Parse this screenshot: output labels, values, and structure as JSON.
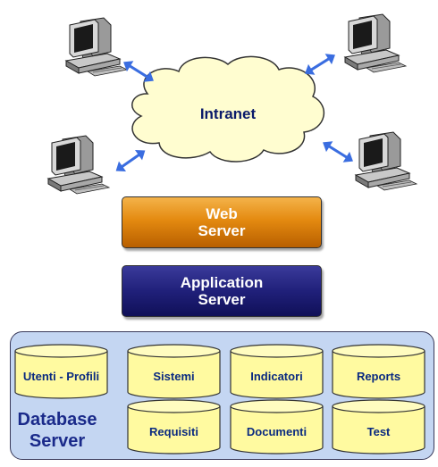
{
  "network": {
    "label": "Intranet"
  },
  "icons": {
    "workstation": "desktop-computer-icon",
    "link": "double-headed-arrow-icon"
  },
  "web_server": {
    "line1": "Web",
    "line2": "Server"
  },
  "app_server": {
    "line1": "Application",
    "line2": "Server"
  },
  "database_server": {
    "line1": "Database",
    "line2": "Server",
    "databases": [
      "Utenti - Profili",
      "Sistemi",
      "Indicatori",
      "Reports",
      "Requisiti",
      "Documenti",
      "Test"
    ]
  },
  "colors": {
    "cloud_fill": "#fffdd0",
    "arrow": "#3a6de0",
    "web_server": "#e48a10",
    "app_server": "#20207a",
    "db_panel": "#c4d6f2",
    "cylinder": "#fffaa0",
    "label_text": "#0a2a80"
  }
}
